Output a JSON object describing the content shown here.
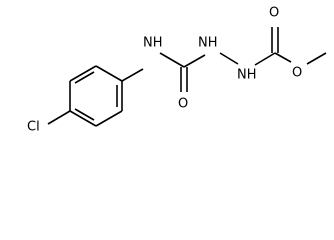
{
  "molecule": {
    "atom_labels": {
      "chlorine": "Cl",
      "anilide_nh": "NH",
      "hydrazine_nh_1": "NH",
      "hydrazine_nh_2": "NH",
      "urea_oxygen": "O",
      "ester_carbonyl_oxygen": "O",
      "ester_ether_oxygen": "O"
    }
  }
}
